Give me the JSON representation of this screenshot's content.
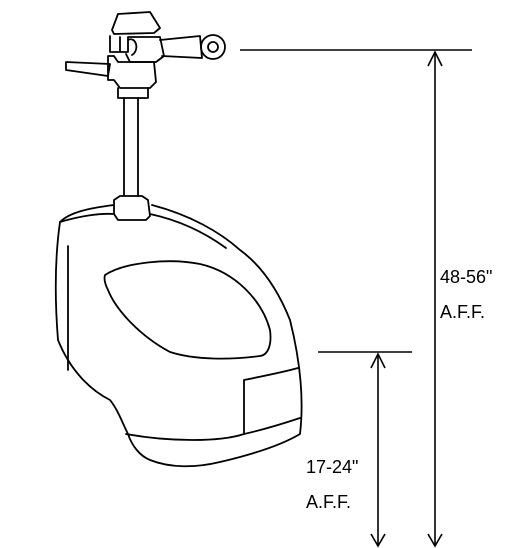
{
  "diagram": {
    "upper_dimension": {
      "value": "48-56\"",
      "reference": "A.F.F."
    },
    "lower_dimension": {
      "value": "17-24\"",
      "reference": "A.F.F."
    }
  },
  "colors": {
    "stroke": "#000000",
    "background": "#ffffff"
  }
}
